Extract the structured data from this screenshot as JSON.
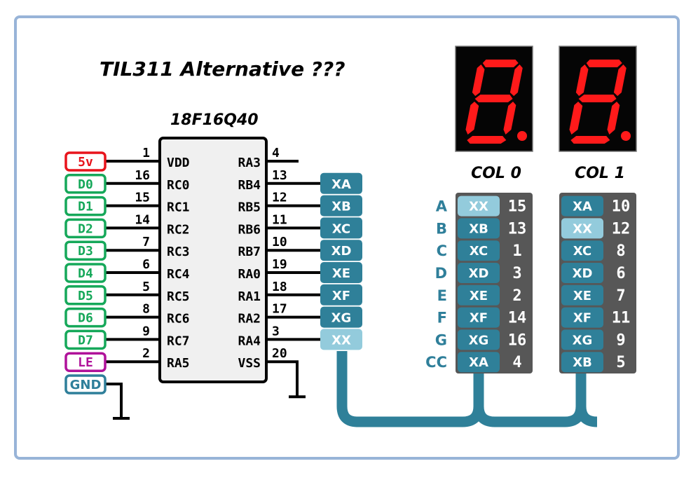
{
  "title": "TIL311 Alternative ???",
  "chip": {
    "name": "18F16Q40",
    "left_pins": [
      {
        "pin": "1",
        "name": "VDD"
      },
      {
        "pin": "16",
        "name": "RC0"
      },
      {
        "pin": "15",
        "name": "RC1"
      },
      {
        "pin": "14",
        "name": "RC2"
      },
      {
        "pin": "7",
        "name": "RC3"
      },
      {
        "pin": "6",
        "name": "RC4"
      },
      {
        "pin": "5",
        "name": "RC5"
      },
      {
        "pin": "8",
        "name": "RC6"
      },
      {
        "pin": "9",
        "name": "RC7"
      },
      {
        "pin": "2",
        "name": "RA5"
      }
    ],
    "right_pins": [
      {
        "pin": "4",
        "name": "RA3"
      },
      {
        "pin": "13",
        "name": "RB4"
      },
      {
        "pin": "12",
        "name": "RB5"
      },
      {
        "pin": "11",
        "name": "RB6"
      },
      {
        "pin": "10",
        "name": "RB7"
      },
      {
        "pin": "19",
        "name": "RA0"
      },
      {
        "pin": "18",
        "name": "RA1"
      },
      {
        "pin": "17",
        "name": "RA2"
      },
      {
        "pin": "3",
        "name": "RA4"
      },
      {
        "pin": "20",
        "name": "VSS"
      }
    ]
  },
  "input_labels": [
    {
      "label": "5v",
      "kind": "power"
    },
    {
      "label": "D0",
      "kind": "data"
    },
    {
      "label": "D1",
      "kind": "data"
    },
    {
      "label": "D2",
      "kind": "data"
    },
    {
      "label": "D3",
      "kind": "data"
    },
    {
      "label": "D4",
      "kind": "data"
    },
    {
      "label": "D5",
      "kind": "data"
    },
    {
      "label": "D6",
      "kind": "data"
    },
    {
      "label": "D7",
      "kind": "data"
    },
    {
      "label": "LE",
      "kind": "latch"
    },
    {
      "label": "GND",
      "kind": "ground"
    }
  ],
  "output_tags": [
    {
      "label": "XA",
      "active": true
    },
    {
      "label": "XB",
      "active": true
    },
    {
      "label": "XC",
      "active": true
    },
    {
      "label": "XD",
      "active": true
    },
    {
      "label": "XE",
      "active": true
    },
    {
      "label": "XF",
      "active": true
    },
    {
      "label": "XG",
      "active": true
    },
    {
      "label": "XX",
      "active": false
    }
  ],
  "segment_names": [
    "A",
    "B",
    "C",
    "D",
    "E",
    "F",
    "G",
    "CC"
  ],
  "columns": [
    {
      "label": "COL 0",
      "rows": [
        {
          "tag": "XX",
          "pin": "15",
          "active": false
        },
        {
          "tag": "XB",
          "pin": "13",
          "active": true
        },
        {
          "tag": "XC",
          "pin": "1",
          "active": true
        },
        {
          "tag": "XD",
          "pin": "3",
          "active": true
        },
        {
          "tag": "XE",
          "pin": "2",
          "active": true
        },
        {
          "tag": "XF",
          "pin": "14",
          "active": true
        },
        {
          "tag": "XG",
          "pin": "16",
          "active": true
        },
        {
          "tag": "XA",
          "pin": "4",
          "active": true
        }
      ]
    },
    {
      "label": "COL 1",
      "rows": [
        {
          "tag": "XA",
          "pin": "10",
          "active": true
        },
        {
          "tag": "XX",
          "pin": "12",
          "active": false
        },
        {
          "tag": "XC",
          "pin": "8",
          "active": true
        },
        {
          "tag": "XD",
          "pin": "6",
          "active": true
        },
        {
          "tag": "XE",
          "pin": "7",
          "active": true
        },
        {
          "tag": "XF",
          "pin": "11",
          "active": true
        },
        {
          "tag": "XG",
          "pin": "9",
          "active": true
        },
        {
          "tag": "XB",
          "pin": "5",
          "active": true
        }
      ]
    }
  ],
  "displays": [
    {
      "name": "digit-0",
      "segments_lit": [
        "a",
        "b",
        "c",
        "d",
        "e",
        "f",
        "g",
        "dp"
      ]
    },
    {
      "name": "digit-1",
      "segments_lit": [
        "a",
        "b",
        "c",
        "d",
        "e",
        "f",
        "g",
        "dp"
      ]
    }
  ],
  "colors": {
    "frame": "#98b4d8",
    "power": "#e8141c",
    "data": "#16a85a",
    "latch": "#b0129a",
    "ground": "#2f7f9a",
    "tag_active": "#2f8099",
    "tag_inactive": "#93cbdc",
    "panel": "#575757",
    "segment_on": "#ff1a1a",
    "display_bg": "#050505",
    "chip_fill": "#f0f0f0"
  }
}
